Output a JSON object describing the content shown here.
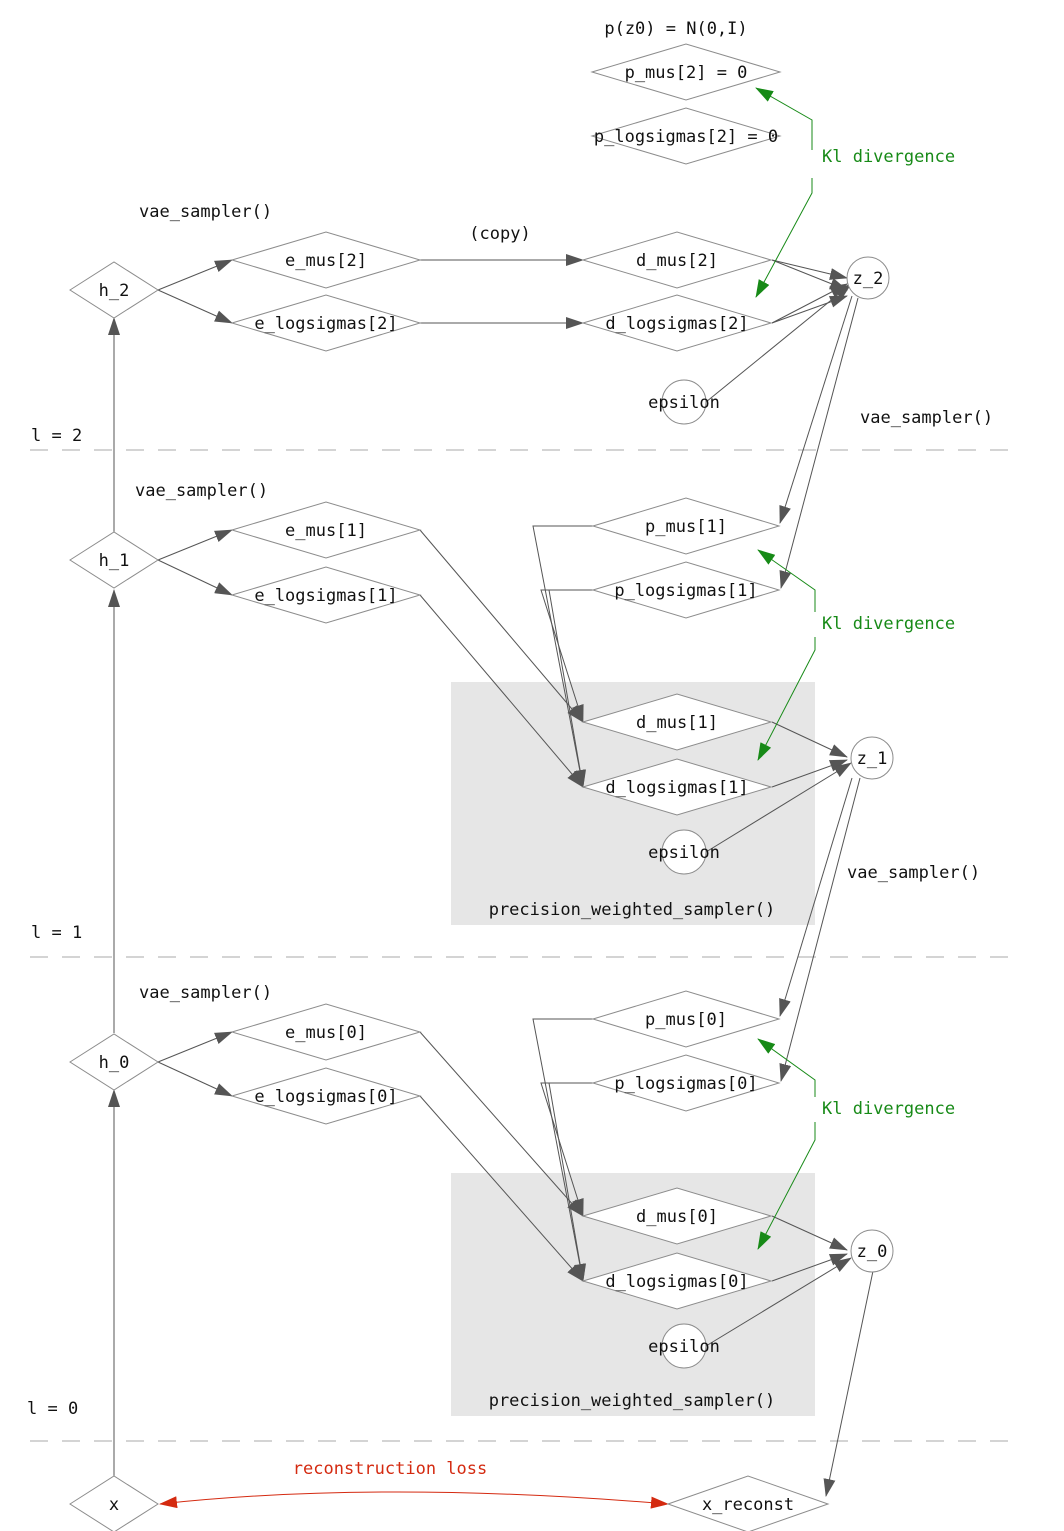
{
  "prior": "p(z0) = N(0,I)",
  "top_prior": {
    "mu": "p_mus[2] = 0",
    "logsigma": "p_logsigmas[2] = 0"
  },
  "copy": "(copy)",
  "vae_sampler": "vae_sampler()",
  "precision_weighted_sampler": "precision_weighted_sampler()",
  "kl": "Kl divergence",
  "reconstruction_loss": "reconstruction loss",
  "epsilon": "epsilon",
  "levels": [
    "l = 0",
    "l = 1",
    "l = 2"
  ],
  "hidden": [
    "h_0",
    "h_1",
    "h_2"
  ],
  "encoder_mus": [
    "e_mus[0]",
    "e_mus[1]",
    "e_mus[2]"
  ],
  "encoder_logsigmas": [
    "e_logsigmas[0]",
    "e_logsigmas[1]",
    "e_logsigmas[2]"
  ],
  "decoder_mus": [
    "d_mus[0]",
    "d_mus[1]",
    "d_mus[2]"
  ],
  "decoder_logsigmas": [
    "d_logsigmas[0]",
    "d_logsigmas[1]",
    "d_logsigmas[2]"
  ],
  "prior_mus": [
    "p_mus[0]",
    "p_mus[1]"
  ],
  "prior_logsigmas": [
    "p_logsigmas[0]",
    "p_logsigmas[1]"
  ],
  "latents": [
    "z_0",
    "z_1",
    "z_2"
  ],
  "input": "x",
  "output": "x_reconst",
  "colors": {
    "kl": "#178a17",
    "reconstruction": "#d42a10",
    "edge": "#555555",
    "sampler_box": "#e6e6e6"
  }
}
